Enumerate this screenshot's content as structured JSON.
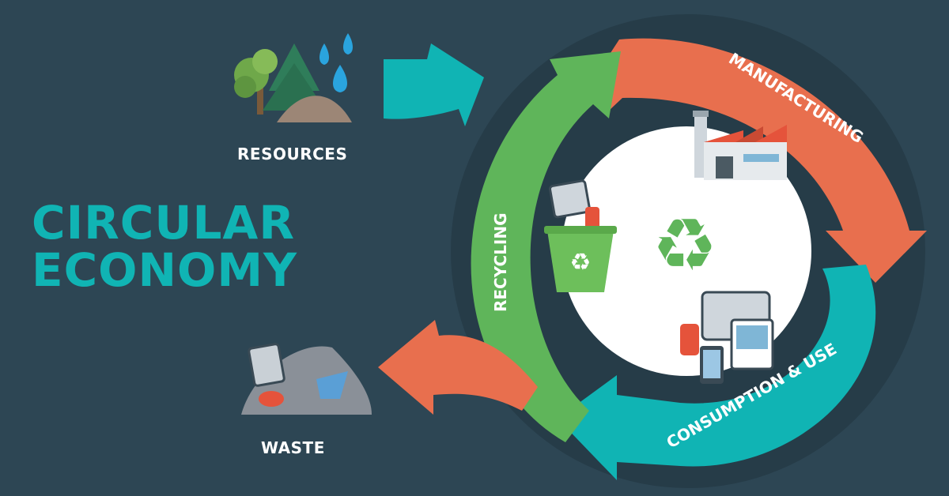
{
  "title": {
    "line1": "CIRCULAR",
    "line2": "ECONOMY"
  },
  "labels": {
    "resources": "RESOURCES",
    "waste": "WASTE",
    "manufacturing": "MANUFACTURING",
    "consumption": "CONSUMPTION & USE",
    "recycling": "RECYCLING"
  },
  "colors": {
    "background": "#2d4654",
    "teal": "#10b4b4",
    "orange": "#e86f4e",
    "green": "#5fb55a",
    "white": "#ffffff"
  },
  "icons": [
    "trees-icon",
    "water-drops-icon",
    "soil-pile-icon",
    "factory-icon",
    "devices-icon",
    "recycle-bin-icon",
    "recycle-symbol-icon",
    "waste-pile-icon"
  ]
}
